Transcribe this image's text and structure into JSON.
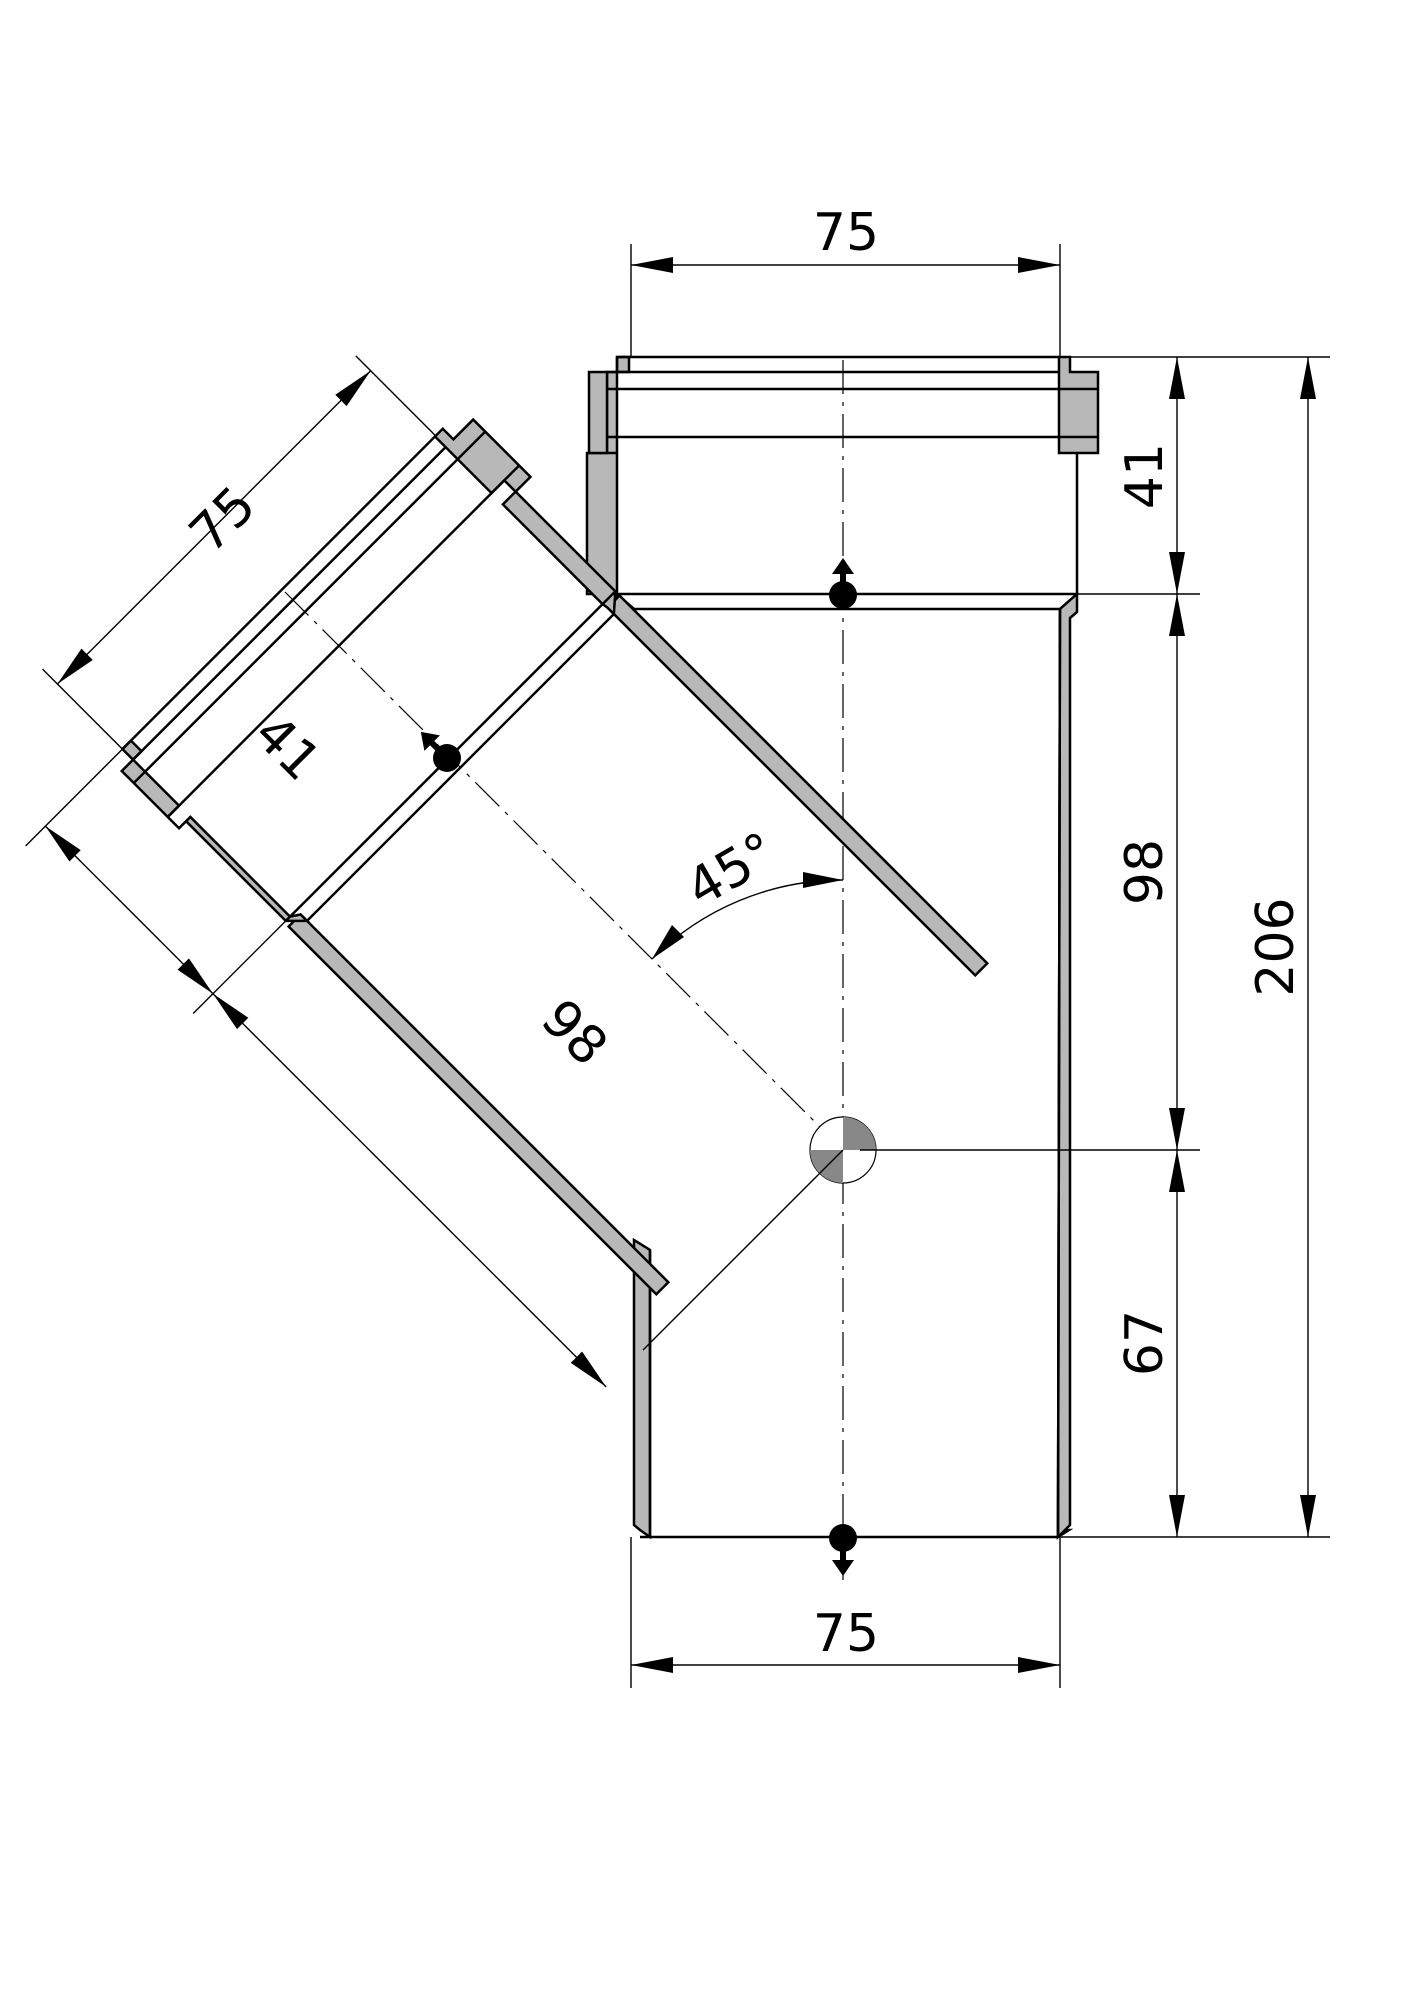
{
  "drawing": {
    "dimensions": {
      "top_width": "75",
      "bottom_width": "75",
      "branch_width": "75",
      "socket_depth_main": "41",
      "socket_depth_branch": "41",
      "upper_length": "98",
      "branch_length": "98",
      "lower_length": "67",
      "overall_height": "206",
      "branch_angle": "45°"
    },
    "colors": {
      "wall_fill": "#b8b8b8",
      "line": "#000000",
      "background": "#ffffff"
    }
  }
}
